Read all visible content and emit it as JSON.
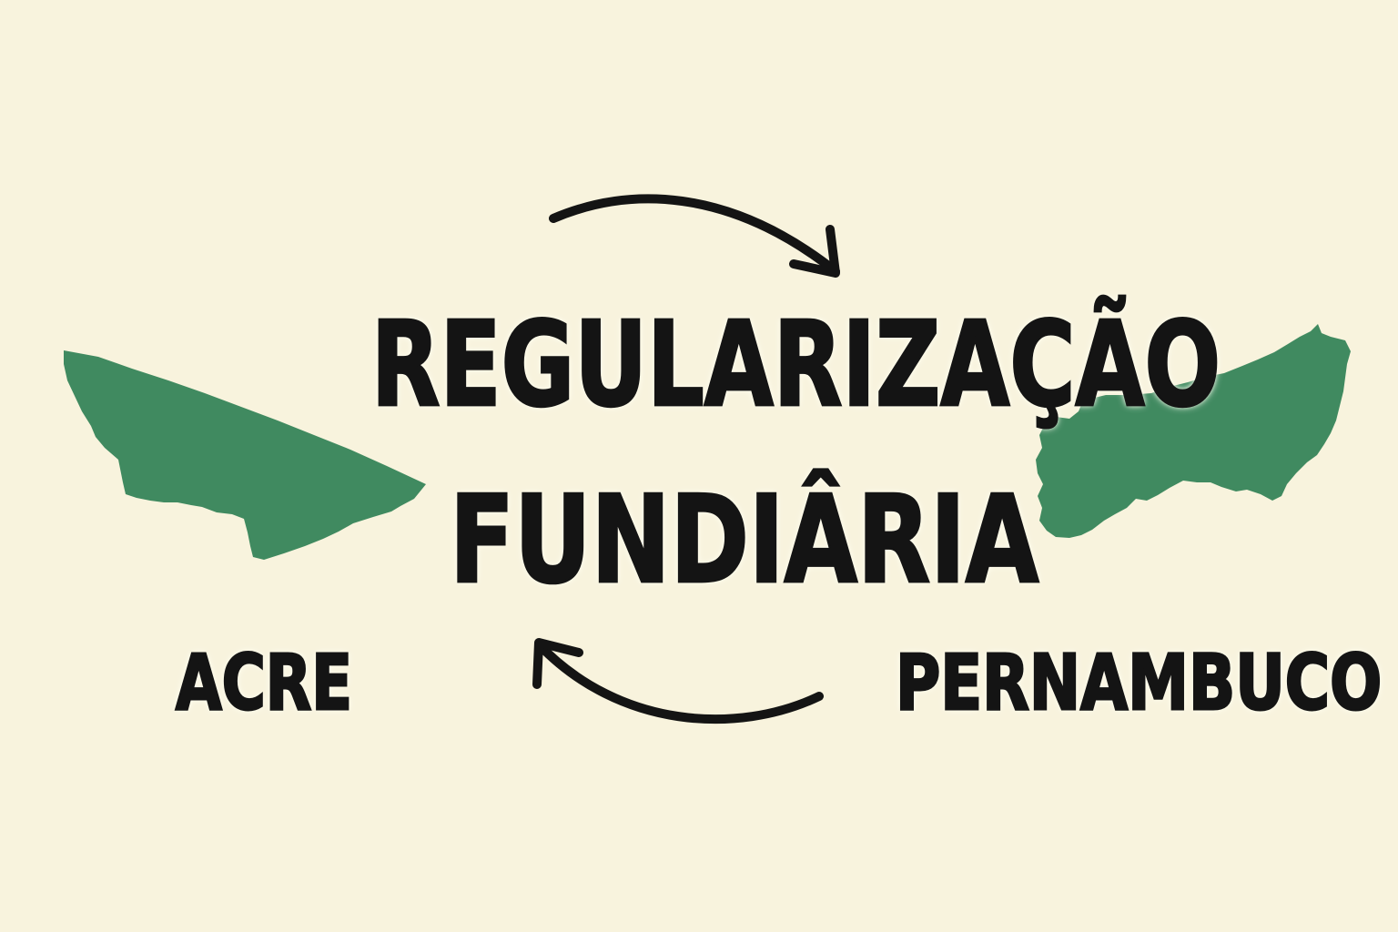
{
  "title": {
    "line1": "REGULARIZAÇÃO",
    "line2": "FUNDIÂRIA"
  },
  "labels": {
    "left_state": "ACRE",
    "right_state": "PERNAMBUCO"
  },
  "icons": {
    "left_map": "acre-map-silhouette",
    "right_map": "pernambuco-map-silhouette",
    "top_arrow": "curved-arrow-right",
    "bottom_arrow": "curved-arrow-left"
  },
  "colors": {
    "background": "#f8f3dd",
    "map_green": "#408a60",
    "ink": "#141414"
  }
}
